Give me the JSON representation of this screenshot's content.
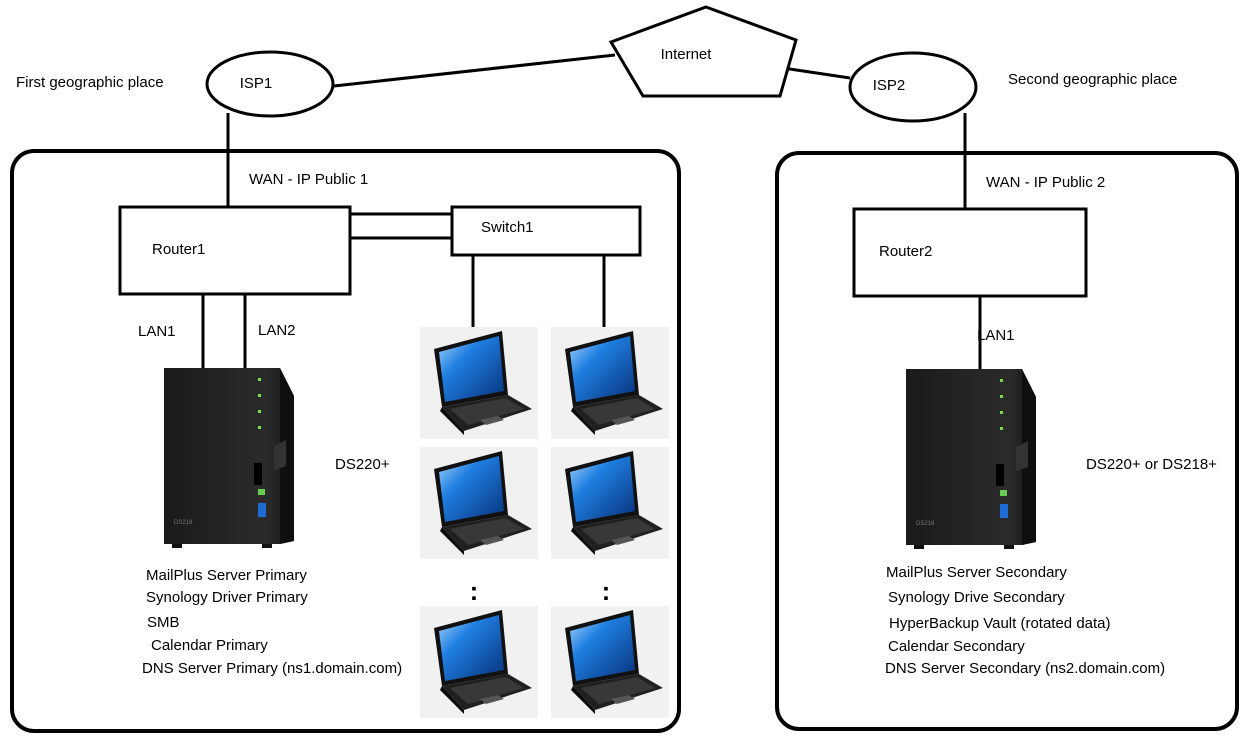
{
  "places": {
    "first": "First geographic place",
    "second": "Second geographic place"
  },
  "internet": "Internet",
  "isp1": "ISP1",
  "isp2": "ISP2",
  "site1": {
    "wan": "WAN - IP Public 1",
    "router": "Router1",
    "switch": "Switch1",
    "lan1": "LAN1",
    "lan2": "LAN2",
    "nas_model": "DS220+",
    "nas_front_label": "DS218",
    "services": [
      "MailPlus Server Primary",
      "Synology Driver Primary",
      "SMB",
      "Calendar Primary",
      "DNS Server Primary (ns1.domain.com)"
    ],
    "ellipsis": ":"
  },
  "site2": {
    "wan": "WAN - IP Public 2",
    "router": "Router2",
    "lan1": "LAN1",
    "nas_model": "DS220+ or DS218+",
    "nas_front_label": "DS218",
    "services": [
      "MailPlus Server Secondary",
      "Synology Drive Secondary",
      "HyperBackup Vault (rotated data)",
      "Calendar Secondary",
      "DNS Server Secondary (ns2.domain.com)"
    ]
  }
}
